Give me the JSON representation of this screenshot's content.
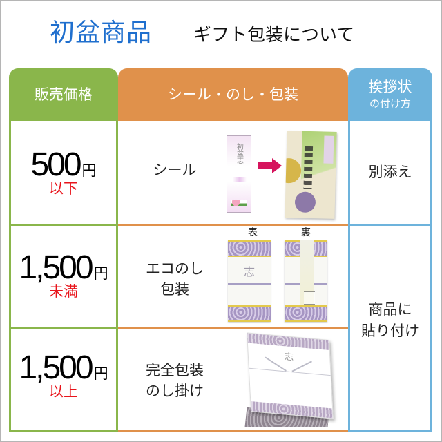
{
  "title": {
    "main": "初盆商品",
    "sub": "ギフト包装について"
  },
  "colors": {
    "title_blue": "#1f6fce",
    "price_green": "#8ab64b",
    "wrapping_orange": "#e0914b",
    "greeting_blue": "#6db3dc",
    "condition_red": "#e8141b",
    "arrow_magenta": "#d6145d"
  },
  "headers": {
    "price": "販売価格",
    "wrapping": "シール・のし・包装",
    "greeting_line1": "挨拶状",
    "greeting_line2": "の付け方"
  },
  "rows": [
    {
      "price": "500",
      "unit": "円",
      "condition": "以下",
      "wrapping_lines": [
        "シール"
      ],
      "greeting_lines": [
        "別添え"
      ]
    },
    {
      "price": "1,500",
      "unit": "円",
      "condition": "未満",
      "wrapping_lines": [
        "エコのし",
        "包装"
      ],
      "greeting_lines": [
        "商品に",
        "貼り付け"
      ]
    },
    {
      "price": "1,500",
      "unit": "円",
      "condition": "以上",
      "wrapping_lines": [
        "完全包装",
        "のし掛け"
      ],
      "greeting_lines": [
        "商品に",
        "貼り付け"
      ]
    }
  ],
  "images": {
    "seal_text": "初盆志",
    "eco_noshi_front_label": "表",
    "eco_noshi_back_label": "裏",
    "noshi_mark": "志"
  }
}
